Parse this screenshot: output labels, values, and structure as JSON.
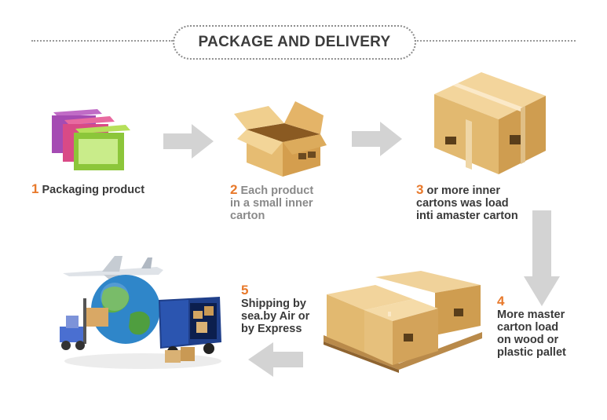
{
  "title": "PACKAGE AND DELIVERY",
  "steps": [
    {
      "num": "1",
      "lines": [
        "Packaging product"
      ]
    },
    {
      "num": "2",
      "lines": [
        "Each product",
        "in a small inner",
        "carton"
      ]
    },
    {
      "num": "3",
      "lines": [
        "or more inner",
        "cartons was load",
        "inti amaster carton"
      ]
    },
    {
      "num": "4",
      "lines": [
        "More master",
        "carton load",
        "on wood or",
        "plastic pallet"
      ]
    },
    {
      "num": "5",
      "lines": [
        "Shipping by",
        "sea.by Air or",
        "by Express"
      ]
    }
  ],
  "colors": {
    "accent": "#e8792b",
    "arrow": "#d3d3d3",
    "carton": "#e2b970"
  }
}
